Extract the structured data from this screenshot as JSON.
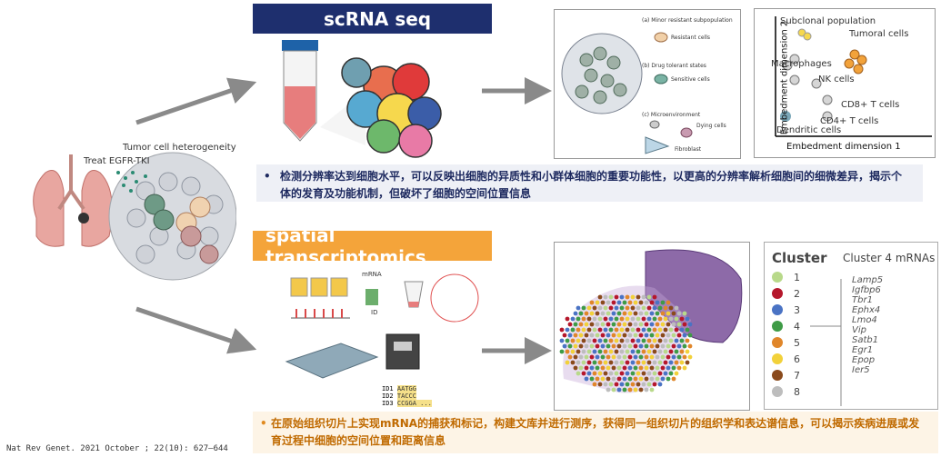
{
  "left": {
    "heterogeneity_label": "Tumor cell heterogeneity",
    "treat_label": "Treat EGFR-TKI"
  },
  "scrna": {
    "title": "scRNA seq",
    "desc": "检测分辨率达到细胞水平，可以反映出细胞的异质性和小群体细胞的重要功能性，以更高的分辨率解析细胞间的细微差异，揭示个体的发育及功能机制，但破坏了细胞的空间位置信息",
    "subpop": {
      "a_label": "(a) Minor resistant subpopulation",
      "a_cells": "Resistant cells",
      "b_label": "(b) Drug tolerant states",
      "b_cells": "Sensitive cells",
      "c_label": "(c) Microenvironment",
      "c_dying": "Dying cells",
      "c_fibro": "Fibroblast"
    },
    "embed": {
      "xlabel": "Embedment dimension 1",
      "ylabel": "Embedment dimension 2",
      "clusters": [
        "Subclonal population",
        "Tumoral cells",
        "Macrophages",
        "NK cells",
        "CD8+ T cells",
        "CD4+ T cells",
        "Dendritic cells"
      ]
    }
  },
  "spatial": {
    "title": "spatial transcriptomics",
    "desc": "在原始组织切片上实现mRNA的捕获和标记，构建文库并进行测序，获得同一组织切片的组织学和表达谱信息，可以揭示疾病进展或发育过程中细胞的空间位置和距离信息",
    "labels": {
      "mrna": "mRNA",
      "id": "ID"
    },
    "seq": [
      {
        "id": "ID1",
        "bases": "AATGG"
      },
      {
        "id": "ID2",
        "bases": "TACCC"
      },
      {
        "id": "ID3",
        "bases": "CCGGA ..."
      }
    ],
    "cluster_title": "Cluster",
    "cluster_sub": "Cluster 4 mRNAs",
    "clusters": [
      {
        "n": "1",
        "color": "#b8d98a"
      },
      {
        "n": "2",
        "color": "#b5172b"
      },
      {
        "n": "3",
        "color": "#4a73c4"
      },
      {
        "n": "4",
        "color": "#3e9b46"
      },
      {
        "n": "5",
        "color": "#e0862a"
      },
      {
        "n": "6",
        "color": "#f2d13a"
      },
      {
        "n": "7",
        "color": "#8a4a1c"
      },
      {
        "n": "8",
        "color": "#bdbdbd"
      }
    ],
    "genes": [
      "Lamp5",
      "Igfbp6",
      "Tbr1",
      "Ephx4",
      "Lmo4",
      "Vip",
      "Satb1",
      "Egr1",
      "Epop",
      "Ier5"
    ]
  },
  "citation": "Nat Rev Genet. 2021 October ; 22(10): 627–644"
}
